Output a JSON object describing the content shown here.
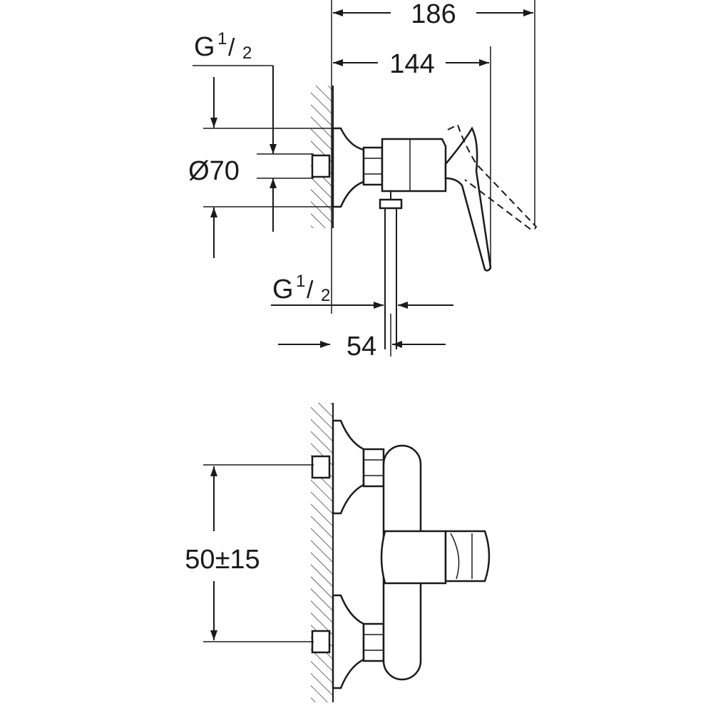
{
  "dimensions": {
    "overall_depth": "186",
    "lever_depth": "144",
    "inlet_thread_top": {
      "base": "G",
      "fraction_num": "1",
      "fraction_den": "2"
    },
    "escutcheon_diameter": "Ø70",
    "outlet_thread": {
      "base": "G",
      "fraction_num": "1",
      "fraction_den": "2"
    },
    "outlet_offset": "54",
    "inlet_spacing": "50±15"
  }
}
